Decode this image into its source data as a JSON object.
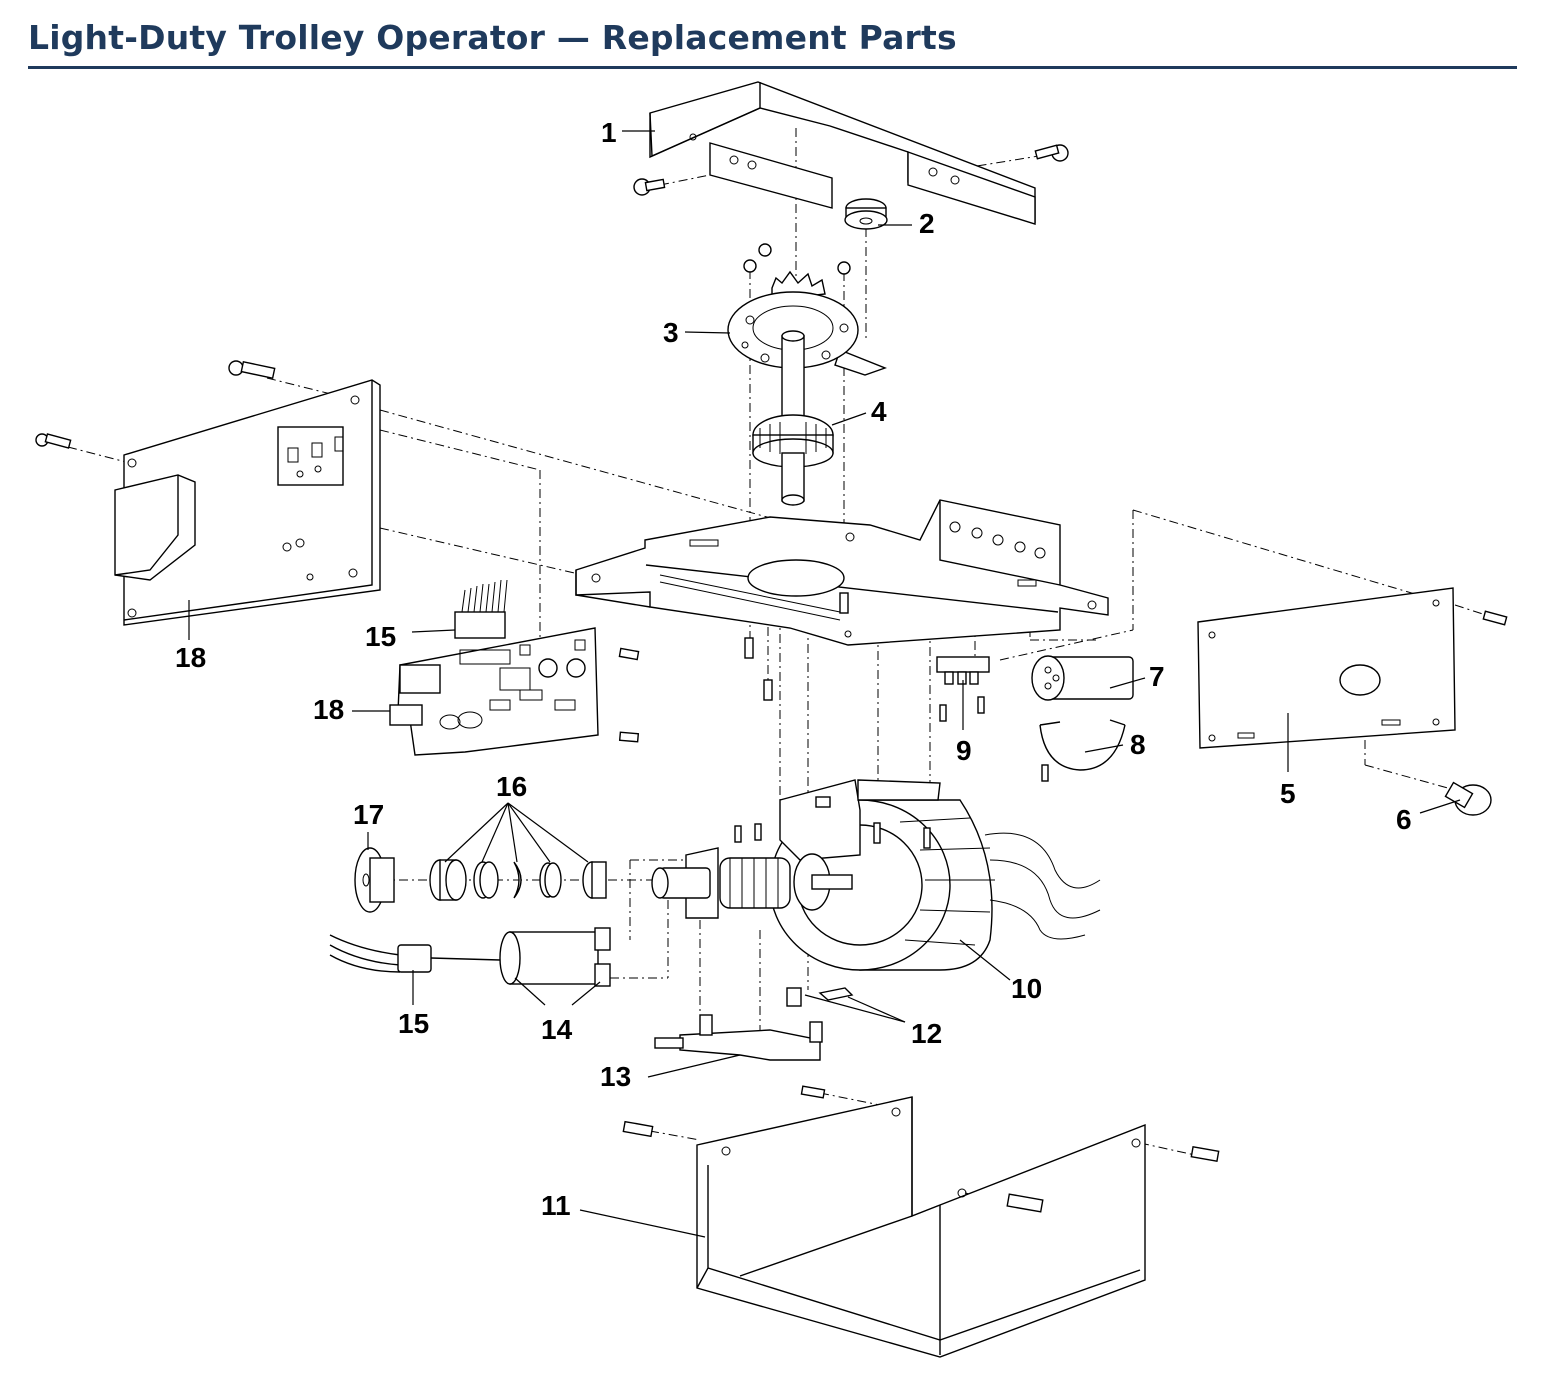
{
  "title": "Light-Duty Trolley Operator — Replacement Parts",
  "callouts": {
    "c1": "1",
    "c2": "2",
    "c3": "3",
    "c4": "4",
    "c5": "5",
    "c6": "6",
    "c7": "7",
    "c8": "8",
    "c9": "9",
    "c10": "10",
    "c11": "11",
    "c12": "12",
    "c13": "13",
    "c14": "14",
    "c15a": "15",
    "c15b": "15",
    "c16": "16",
    "c17": "17",
    "c18a": "18",
    "c18b": "18"
  }
}
